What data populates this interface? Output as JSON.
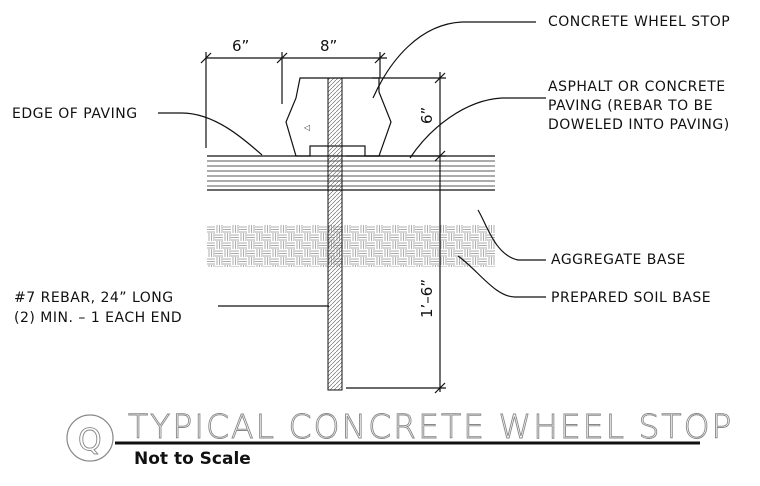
{
  "labels": {
    "wheel_stop": "CONCRETE WHEEL STOP",
    "paving_1": "ASPHALT OR CONCRETE",
    "paving_2": "PAVING (REBAR TO BE",
    "paving_3": "DOWELED INTO PAVING)",
    "edge": "EDGE OF PAVING",
    "aggregate": "AGGREGATE BASE",
    "soil": "PREPARED SOIL BASE",
    "rebar_1": "#7 REBAR, 24” LONG",
    "rebar_2": "(2) MIN. – 1 EACH END"
  },
  "dimensions": {
    "left_width": "6”",
    "stop_width": "8”",
    "stop_height": "6”",
    "embed_depth": "1’–6”"
  },
  "detail": {
    "symbol": "Q",
    "title": "TYPICAL CONCRETE WHEEL STOP",
    "scale_note": "Not to Scale"
  }
}
